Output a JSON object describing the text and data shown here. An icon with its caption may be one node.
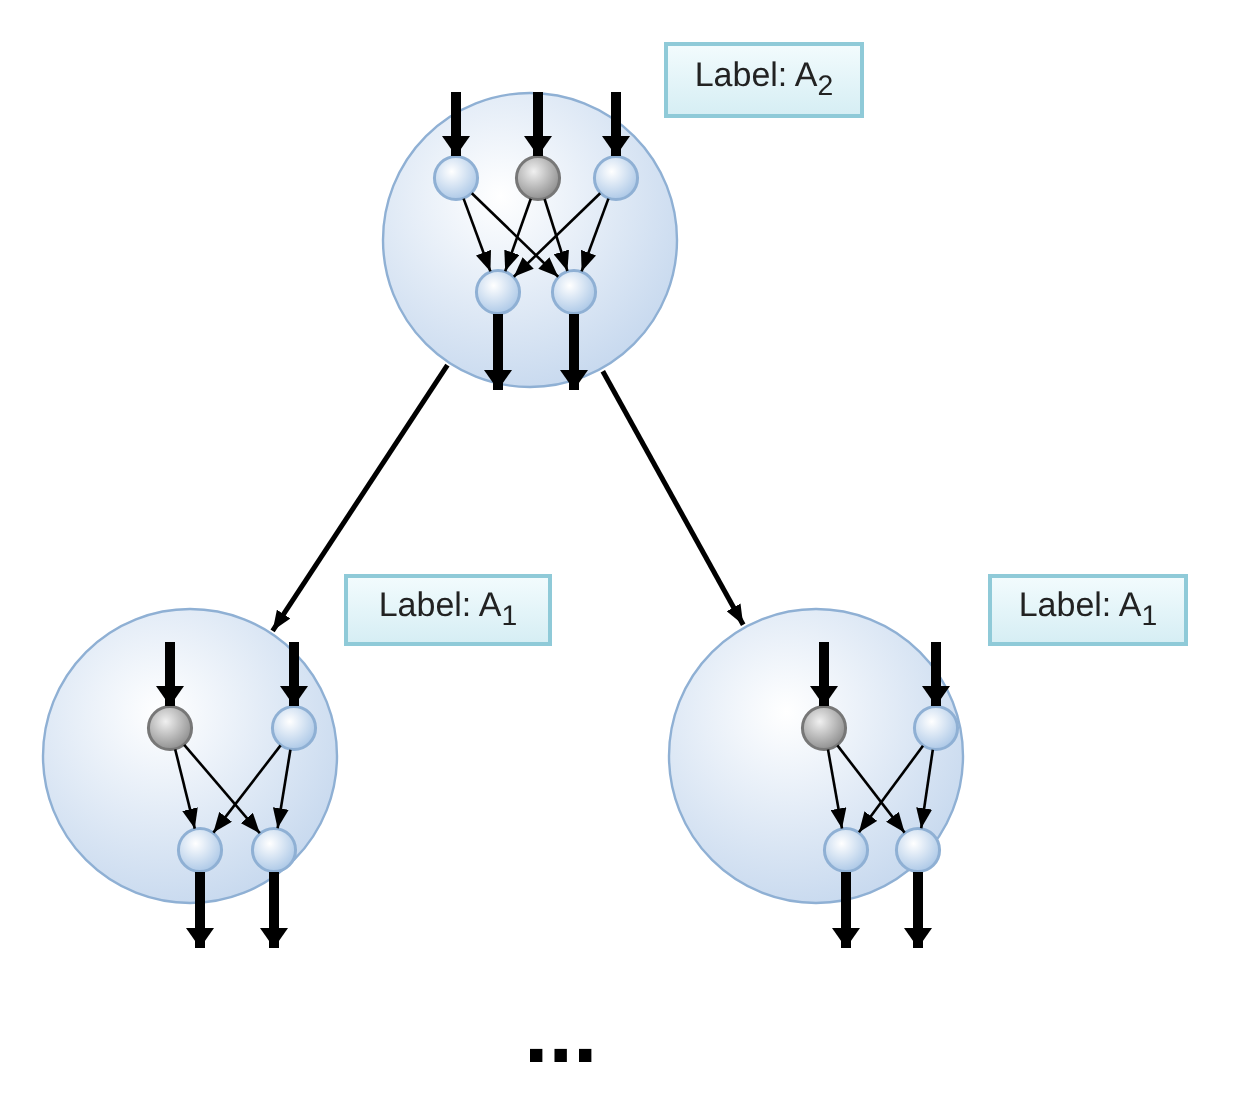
{
  "diagram": {
    "nodes": [
      {
        "text": [],
        "shape": "circle"
      },
      {
        "text": [
          "Label: A$_{2}$"
        ]
      },
      {
        "text": [],
        "shape": "circle",
        "in": 0
      },
      {
        "text": [],
        "shape": "circle",
        "in": 0
      },
      {
        "text": [],
        "shape": "circle",
        "in": 0
      },
      {
        "text": [],
        "shape": "circle",
        "in": 0
      },
      {
        "text": [],
        "shape": "circle",
        "in": 0
      },
      {
        "text": [],
        "shape": "circle"
      },
      {
        "text": [
          "Label: A$_{1}$"
        ]
      },
      {
        "text": [],
        "shape": "circle",
        "in": 7
      },
      {
        "text": [],
        "shape": "circle",
        "in": 7
      },
      {
        "text": [],
        "shape": "circle",
        "in": 7
      },
      {
        "text": [],
        "shape": "circle",
        "in": 7
      },
      {
        "text": [],
        "shape": "circle"
      },
      {
        "text": [
          "Label: A$_{1}$"
        ]
      },
      {
        "text": [],
        "shape": "circle",
        "in": 13
      },
      {
        "text": [],
        "shape": "circle",
        "in": 13
      },
      {
        "text": [],
        "shape": "circle",
        "in": 13
      },
      {
        "text": [],
        "shape": "circle",
        "in": 13
      }
    ],
    "edges": [
      {
        "from": null,
        "to": 2,
        "arrow": "to",
        "style": "thick"
      },
      {
        "from": null,
        "to": 3,
        "arrow": "to",
        "style": "thick"
      },
      {
        "from": null,
        "to": 4,
        "arrow": "to",
        "style": "thick"
      },
      {
        "from": 2,
        "to": 5,
        "arrow": "to"
      },
      {
        "from": 2,
        "to": 6,
        "arrow": "to"
      },
      {
        "from": 3,
        "to": 5,
        "arrow": "to"
      },
      {
        "from": 3,
        "to": 6,
        "arrow": "to"
      },
      {
        "from": 4,
        "to": 5,
        "arrow": "to"
      },
      {
        "from": 4,
        "to": 6,
        "arrow": "to"
      },
      {
        "from": 5,
        "to": null,
        "arrow": "to",
        "style": "thick"
      },
      {
        "from": 6,
        "to": null,
        "arrow": "to",
        "style": "thick"
      },
      {
        "from": 0,
        "to": 7,
        "arrow": "to"
      },
      {
        "from": 0,
        "to": 13,
        "arrow": "to"
      },
      {
        "from": null,
        "to": 9,
        "arrow": "to",
        "style": "thick"
      },
      {
        "from": null,
        "to": 10,
        "arrow": "to",
        "style": "thick"
      },
      {
        "from": 9,
        "to": 11,
        "arrow": "to"
      },
      {
        "from": 9,
        "to": 12,
        "arrow": "to"
      },
      {
        "from": 10,
        "to": 11,
        "arrow": "to"
      },
      {
        "from": 10,
        "to": 12,
        "arrow": "to"
      },
      {
        "from": 11,
        "to": null,
        "arrow": "to",
        "style": "thick"
      },
      {
        "from": 12,
        "to": null,
        "arrow": "to",
        "style": "thick"
      },
      {
        "from": null,
        "to": 15,
        "arrow": "to",
        "style": "thick"
      },
      {
        "from": null,
        "to": 16,
        "arrow": "to",
        "style": "thick"
      },
      {
        "from": 15,
        "to": 17,
        "arrow": "to"
      },
      {
        "from": 15,
        "to": 18,
        "arrow": "to"
      },
      {
        "from": 16,
        "to": 17,
        "arrow": "to"
      },
      {
        "from": 16,
        "to": 18,
        "arrow": "to"
      },
      {
        "from": 17,
        "to": null,
        "arrow": "to",
        "style": "thick"
      },
      {
        "from": 18,
        "to": null,
        "arrow": "to",
        "style": "thick"
      }
    ],
    "labels": [
      "..."
    ]
  }
}
